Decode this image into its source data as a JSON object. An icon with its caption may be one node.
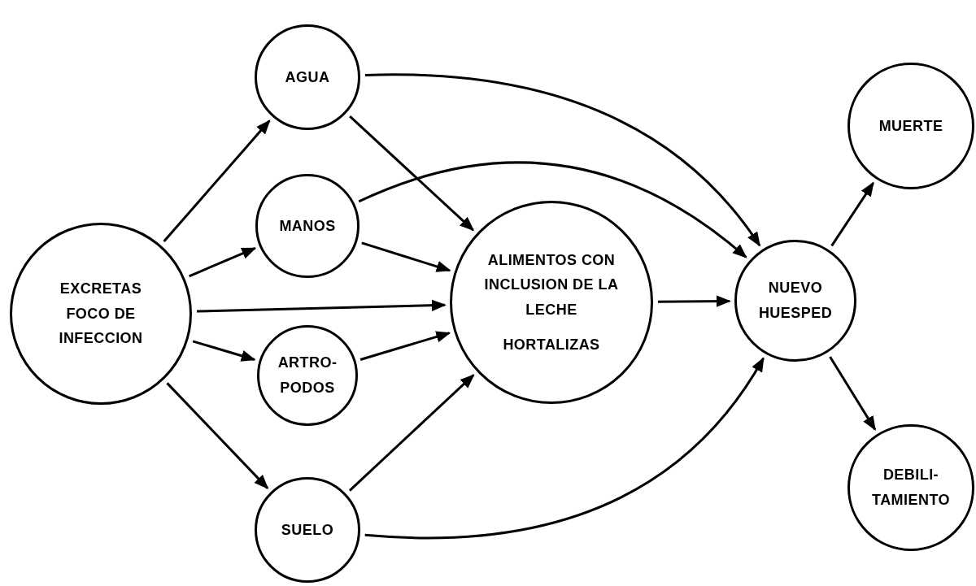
{
  "diagram": {
    "nodes": [
      {
        "text": [
          "EXCRETAS FOCO DE INFECCION"
        ]
      },
      {
        "text": [
          "AGUA"
        ]
      },
      {
        "text": [
          "MANOS"
        ]
      },
      {
        "text": [
          "ARTRO- PODOS"
        ]
      },
      {
        "text": [
          "SUELO"
        ]
      },
      {
        "text": [
          "ALIMENTOS CON INCLUSION DE LA LECHE",
          "HORTALIZAS"
        ]
      },
      {
        "text": [
          "NUEVO HUESPED"
        ]
      },
      {
        "text": [
          "MUERTE"
        ]
      },
      {
        "text": [
          "DEBILI- TAMIENTO"
        ]
      }
    ],
    "edges": [
      {
        "from": 0,
        "to": 1,
        "arrow": "to"
      },
      {
        "from": 0,
        "to": 2,
        "arrow": "to"
      },
      {
        "from": 0,
        "to": 5,
        "arrow": "to"
      },
      {
        "from": 0,
        "to": 3,
        "arrow": "to"
      },
      {
        "from": 0,
        "to": 4,
        "arrow": "to"
      },
      {
        "from": 1,
        "to": 5,
        "arrow": "to"
      },
      {
        "from": 1,
        "to": 6,
        "arrow": "to"
      },
      {
        "from": 2,
        "to": 5,
        "arrow": "to"
      },
      {
        "from": 2,
        "to": 6,
        "arrow": "to"
      },
      {
        "from": 3,
        "to": 5,
        "arrow": "to"
      },
      {
        "from": 4,
        "to": 5,
        "arrow": "to"
      },
      {
        "from": 4,
        "to": 6,
        "arrow": "to"
      },
      {
        "from": 5,
        "to": 6,
        "arrow": "to"
      },
      {
        "from": 6,
        "to": 7,
        "arrow": "to"
      },
      {
        "from": 6,
        "to": 8,
        "arrow": "to"
      }
    ]
  }
}
